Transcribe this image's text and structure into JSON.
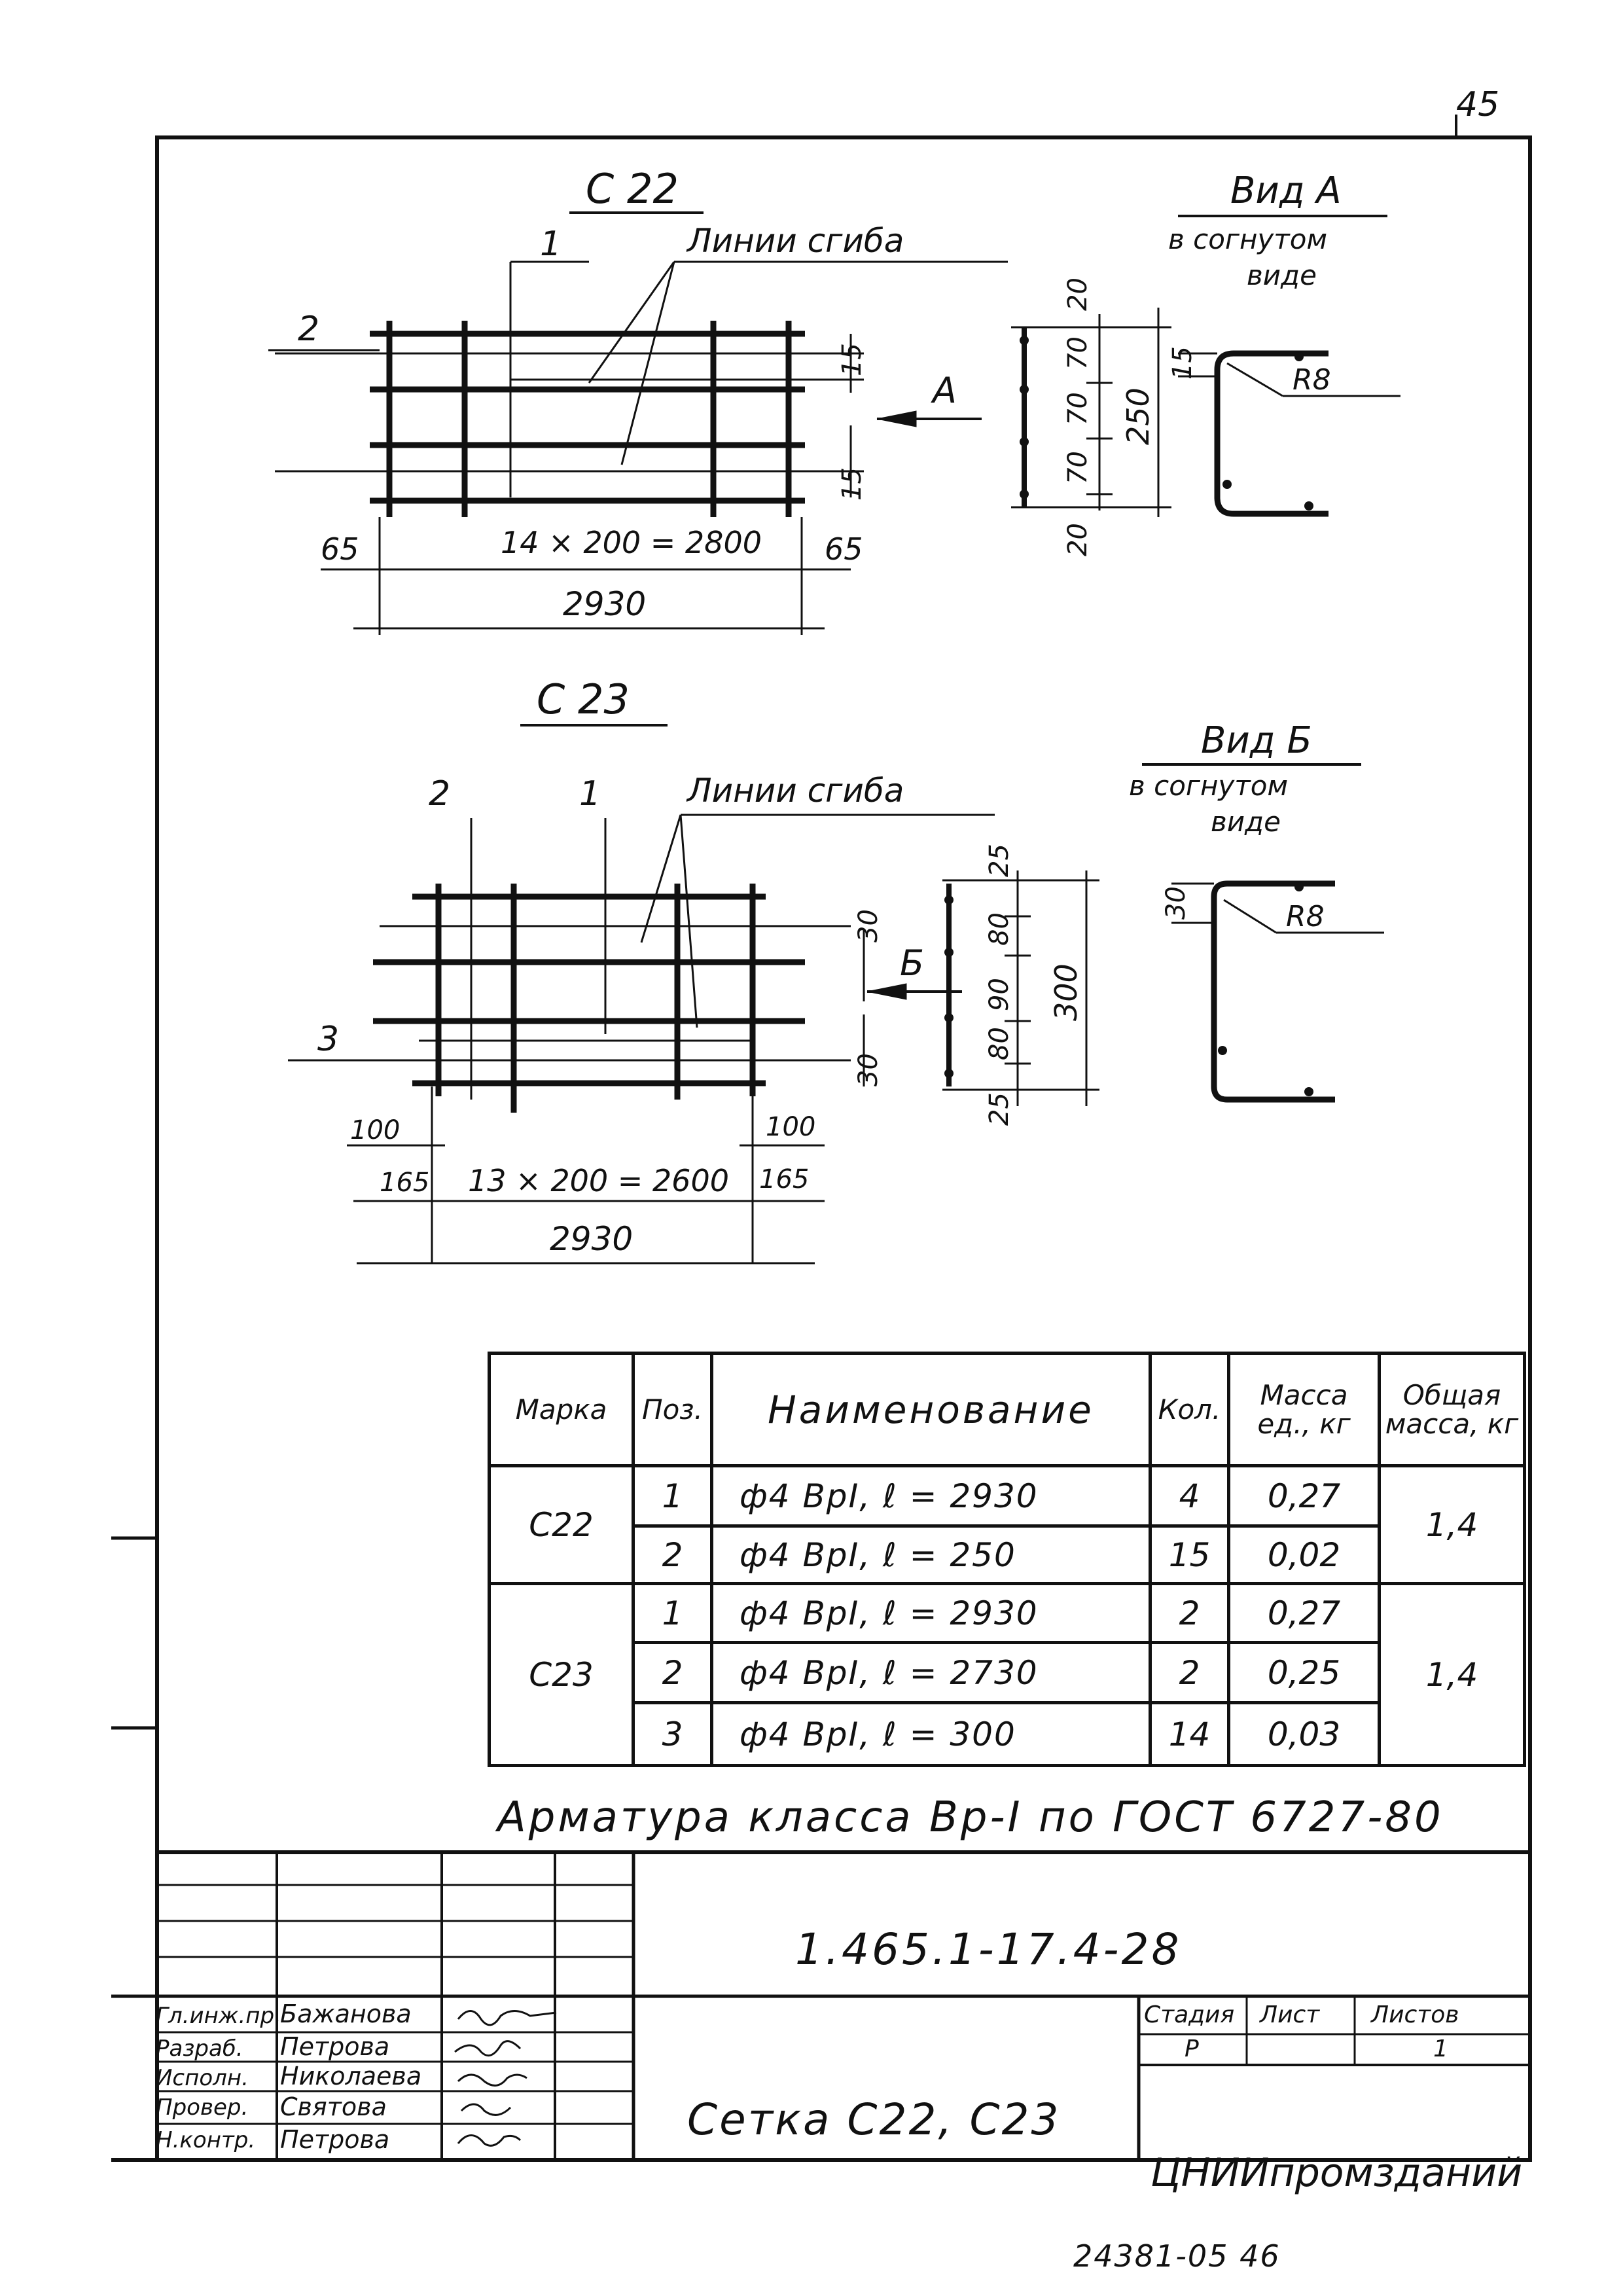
{
  "sheet_corner_number": "45",
  "c22": {
    "title": "С 22",
    "pos1": "1",
    "pos2": "2",
    "bend_lines": "Линии сгиба",
    "dim_15_top": "15",
    "dim_15_bottom": "15",
    "arrow_label": "А",
    "dim_65_left": "65",
    "dim_middle": "14 × 200 = 2800",
    "dim_65_right": "65",
    "dim_total": "2930",
    "view_title": "Вид А",
    "view_sub1": "в согнутом",
    "view_sub2": "виде",
    "side_dims": [
      "20",
      "70",
      "70",
      "70",
      "20"
    ],
    "side_total": "250",
    "bent_dim": "15",
    "radius": "R8"
  },
  "c23": {
    "title": "С 23",
    "pos1": "1",
    "pos2": "2",
    "pos3": "3",
    "bend_lines": "Линии сгиба",
    "dim_30_top": "30",
    "dim_30_bottom": "30",
    "arrow_label": "Б",
    "dim_100_left": "100",
    "dim_100_right": "100",
    "dim_165_left": "165",
    "dim_middle": "13 × 200 = 2600",
    "dim_165_right": "165",
    "dim_total": "2930",
    "view_title": "Вид Б",
    "view_sub1": "в согнутом",
    "view_sub2": "виде",
    "side_dims": [
      "25",
      "80",
      "90",
      "80",
      "25"
    ],
    "side_total": "300",
    "bent_dim": "30",
    "radius": "R8"
  },
  "spec_table": {
    "headers": [
      "Марка",
      "Поз.",
      "Наименование",
      "Кол.",
      "Масса ед., кг",
      "Общая масса, кг"
    ],
    "rows": [
      {
        "mark": "С22",
        "pos": "1",
        "name": "ф4 ВрI,  ℓ = 2930",
        "qty": "4",
        "mass": "0,27",
        "total": "1,4"
      },
      {
        "mark": "",
        "pos": "2",
        "name": "ф4 ВрI,  ℓ = 250",
        "qty": "15",
        "mass": "0,02",
        "total": ""
      },
      {
        "mark": "С23",
        "pos": "1",
        "name": "ф4 ВрI,  ℓ = 2930",
        "qty": "2",
        "mass": "0,27",
        "total": "1,4"
      },
      {
        "mark": "",
        "pos": "2",
        "name": "ф4 ВрI,  ℓ = 2730",
        "qty": "2",
        "mass": "0,25",
        "total": ""
      },
      {
        "mark": "",
        "pos": "3",
        "name": "ф4 ВрI,  ℓ = 300",
        "qty": "14",
        "mass": "0,03",
        "total": ""
      }
    ]
  },
  "note": "Арматура  класса  Вр-I  по  ГОСТ 6727-80",
  "title_block": {
    "doc_code": "1.465.1-17.4-28",
    "title": "Сетка С22, С23",
    "org": "ЦНИИпромзданий",
    "stage_label": "Стадия",
    "sheet_label": "Лист",
    "sheets_label": "Листов",
    "stage": "Р",
    "sheet": "",
    "sheets": "1",
    "people": [
      {
        "role": "Гл.инж.пр.",
        "name": "Бажанова"
      },
      {
        "role": "Разраб.",
        "name": "Петрова"
      },
      {
        "role": "Исполн.",
        "name": "Николаева"
      },
      {
        "role": "Провер.",
        "name": "Святова"
      },
      {
        "role": "Н.контр.",
        "name": "Петрова"
      }
    ]
  },
  "archive_number": "24381-05  46"
}
